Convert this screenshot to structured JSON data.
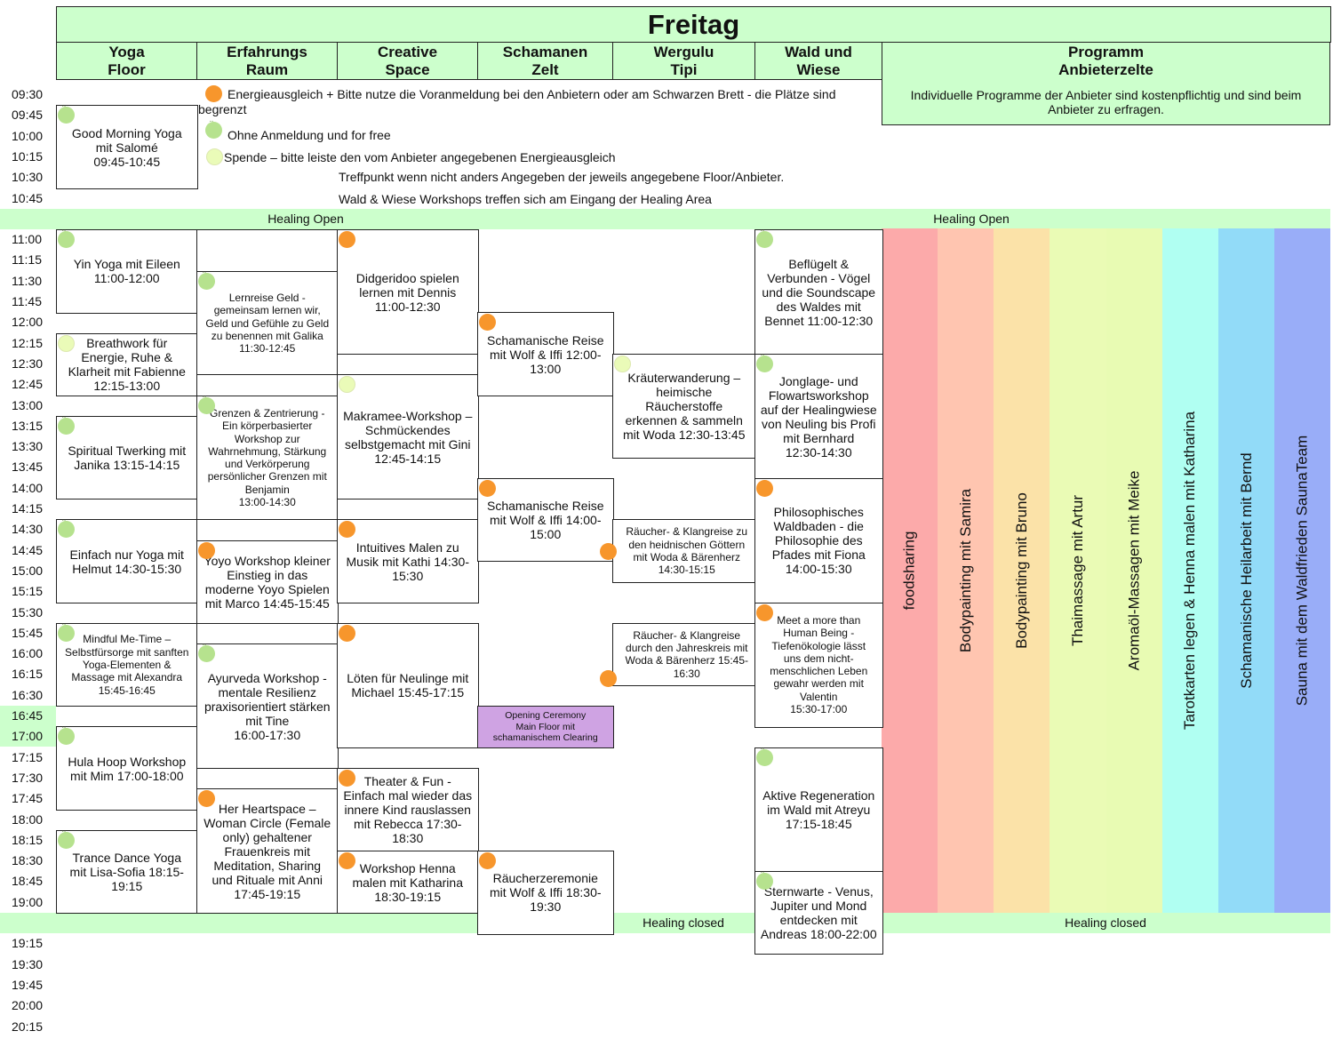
{
  "title": "Freitag",
  "columns": [
    {
      "label": "Yoga\nFloor"
    },
    {
      "label": "Erfahrungs\nRaum"
    },
    {
      "label": "Creative\nSpace"
    },
    {
      "label": "Schamanen\nZelt"
    },
    {
      "label": "Wergulu\nTipi"
    },
    {
      "label": "Wald und\nWiese"
    }
  ],
  "programm": {
    "header": "Programm\nAnbieterzelte",
    "description": "Individuelle Programme der Anbieter sind kostenpflichtig und sind beim Anbieter zu erfragen.",
    "stripes": [
      {
        "label": "foodsharing",
        "color": "#fcaaaa"
      },
      {
        "label": "Bodypainting mit Samira",
        "color": "#ffc5b0"
      },
      {
        "label": "Bodypainting mit Bruno",
        "color": "#fbe2a8"
      },
      {
        "label": "Thaimassage mit Artur",
        "color": "#eafbb5"
      },
      {
        "label": "Aromaöl-Massagen mit Meike",
        "color": "#e8fbb3"
      },
      {
        "label": "Tarotkarten legen & Henna malen mit Katharina",
        "color": "#b0fff2"
      },
      {
        "label": "Schamanische Heilarbeit mit Bernd",
        "color": "#92dbf8"
      },
      {
        "label": "Sauna mit dem Waldfrieden SaunaTeam",
        "color": "#99adf8"
      }
    ]
  },
  "legend": {
    "paid": "Energieausgleich + Bitte nutze die Voranmeldung bei den Anbietern oder am Schwarzen Brett - die Plätze sind begrenzt",
    "free": "Ohne Anmeldung und for free",
    "donation": "Spende – bitte leiste den vom Anbieter angegebenen Energieausgleich",
    "note1": "Treffpunkt wenn nicht anders Angegeben der jeweils angegebene Floor/Anbieter.",
    "note2": "Wald & Wiese Workshops treffen sich am Eingang der Healing Area"
  },
  "bands": {
    "open_left": "Healing Open",
    "open_right": "Healing Open",
    "closed_left": "Healing closed",
    "closed_right": "Healing closed"
  },
  "times": [
    "09:30",
    "09:45",
    "10:00",
    "10:15",
    "10:30",
    "10:45",
    "11:00",
    "11:15",
    "11:30",
    "11:45",
    "12:00",
    "12:15",
    "12:30",
    "12:45",
    "13:00",
    "13:15",
    "13:30",
    "13:45",
    "14:00",
    "14:15",
    "14:30",
    "14:45",
    "15:00",
    "15:15",
    "15:30",
    "15:45",
    "16:00",
    "16:15",
    "16:30",
    "16:45",
    "17:00",
    "17:15",
    "17:30",
    "17:45",
    "18:00",
    "18:15",
    "18:30",
    "18:45",
    "19:00",
    "19:15",
    "19:30",
    "19:45",
    "20:00",
    "20:15"
  ],
  "highlighted_times": [
    "16:45",
    "17:00"
  ],
  "colors": {
    "paid": "#f7962c",
    "free": "#b6e28e",
    "donation": "#eafbb8",
    "band": "#ccffcc",
    "ceremony": "#cfa3e3"
  },
  "events": [
    {
      "col": 0,
      "start": "09:45",
      "end": "10:45",
      "dot": "free",
      "text": "Good Morning Yoga\nmit Salomé\n09:45-10:45"
    },
    {
      "col": 0,
      "start": "11:00",
      "end": "12:00",
      "dot": "free",
      "text": "Yin Yoga mit Eileen\n11:00-12:00"
    },
    {
      "col": 0,
      "start": "12:15",
      "end": "13:00",
      "dot": "donation",
      "text": "Breathwork für\nEnergie, Ruhe &\nKlarheit mit Fabienne\n12:15-13:00"
    },
    {
      "col": 0,
      "start": "13:15",
      "end": "14:15",
      "dot": "free",
      "text": "Spiritual Twerking mit\nJanika 13:15-14:15"
    },
    {
      "col": 0,
      "start": "14:30",
      "end": "15:30",
      "dot": "free",
      "text": "Einfach nur Yoga mit\nHelmut 14:30-15:30"
    },
    {
      "col": 0,
      "start": "15:45",
      "end": "16:45",
      "dot": "free",
      "small": true,
      "text": "Mindful Me-Time –\nSelbstfürsorge mit sanften\nYoga-Elementen &\nMassage mit Alexandra\n15:45-16:45"
    },
    {
      "col": 0,
      "start": "17:00",
      "end": "18:00",
      "dot": "free",
      "text": "Hula Hoop Workshop\nmit Mim 17:00-18:00"
    },
    {
      "col": 0,
      "start": "18:15",
      "end": "19:15",
      "dot": "free",
      "text": "Trance Dance Yoga\nmit Lisa-Sofia 18:15-\n19:15"
    },
    {
      "col": 1,
      "start": "11:00",
      "end": "11:30",
      "text": ""
    },
    {
      "col": 1,
      "start": "11:30",
      "end": "12:45",
      "dot": "free",
      "small": true,
      "text": "Lernreise Geld -\ngemeinsam lernen wir,\nGeld und Gefühle zu Geld\nzu benennen mit Galika\n11:30-12:45"
    },
    {
      "col": 1,
      "start": "12:45",
      "end": "13:00",
      "text": ""
    },
    {
      "col": 1,
      "start": "13:00",
      "end": "14:30",
      "dot": "free",
      "small": true,
      "text": "Grenzen & Zentrierung -\nEin körperbasierter\nWorkshop zur\nWahrnehmung, Stärkung\nund Verkörperung\npersönlicher Grenzen mit\nBenjamin\n13:00-14:30"
    },
    {
      "col": 1,
      "start": "14:30",
      "end": "14:45",
      "text": ""
    },
    {
      "col": 1,
      "start": "14:45",
      "end": "15:45",
      "dot": "paid",
      "text": "Yoyo Workshop kleiner\nEinstieg in das\nmoderne Yoyo Spielen\nmit Marco 14:45-15:45"
    },
    {
      "col": 1,
      "start": "15:45",
      "end": "16:00",
      "text": ""
    },
    {
      "col": 1,
      "start": "16:00",
      "end": "17:30",
      "dot": "free",
      "text": "Ayurveda Workshop -\nmentale Resilienz\npraxisorientiert stärken\nmit Tine\n16:00-17:30"
    },
    {
      "col": 1,
      "start": "17:30",
      "end": "17:45",
      "text": ""
    },
    {
      "col": 1,
      "start": "17:45",
      "end": "19:15",
      "dot": "paid",
      "text": "Her Heartspace –\nWoman Circle (Female\nonly) gehaltener\nFrauenkreis mit\nMeditation, Sharing\nund Rituale mit Anni\n17:45-19:15"
    },
    {
      "col": 2,
      "start": "11:00",
      "end": "12:30",
      "dot": "paid",
      "text": "Didgeridoo spielen\nlernen mit Dennis\n11:00-12:30"
    },
    {
      "col": 2,
      "start": "12:30",
      "end": "12:45",
      "text": ""
    },
    {
      "col": 2,
      "start": "12:45",
      "end": "14:15",
      "dot": "donation",
      "text": "Makramee-Workshop –\nSchmückendes\nselbstgemacht mit Gini\n12:45-14:15"
    },
    {
      "col": 2,
      "start": "14:15",
      "end": "14:30",
      "text": ""
    },
    {
      "col": 2,
      "start": "14:30",
      "end": "15:30",
      "dot": "paid",
      "text": "Intuitives Malen zu\nMusik mit Kathi 14:30-\n15:30"
    },
    {
      "col": 2,
      "start": "15:45",
      "end": "17:15",
      "dot": "paid",
      "text": "Löten für Neulinge mit\nMichael 15:45-17:15"
    },
    {
      "col": 2,
      "start": "17:30",
      "end": "18:30",
      "dot": "paid",
      "text": "Theater & Fun -\nEinfach mal wieder das\ninnere Kind rauslassen\nmit Rebecca 17:30-\n18:30"
    },
    {
      "col": 2,
      "start": "18:30",
      "end": "19:15",
      "dot": "paid",
      "text": "Workshop Henna\nmalen mit Katharina\n18:30-19:15"
    },
    {
      "col": 3,
      "start": "12:00",
      "end": "13:00",
      "dot": "paid",
      "text": "Schamanische Reise\nmit Wolf & Iffi 12:00-\n13:00"
    },
    {
      "col": 3,
      "start": "14:00",
      "end": "15:00",
      "dot": "paid",
      "text": "Schamanische Reise\nmit Wolf & Iffi 14:00-\n15:00"
    },
    {
      "col": 3,
      "start": "16:45",
      "end": "17:15",
      "ceremony": true,
      "text": "Opening Ceremony\nMain Floor mit\nschamanischem Clearing"
    },
    {
      "col": 3,
      "start": "18:30",
      "end": "19:30",
      "dot": "paid",
      "text": "Räucherzeremonie\nmit Wolf & Iffi 18:30-\n19:30"
    },
    {
      "col": 4,
      "start": "12:30",
      "end": "13:45",
      "dot": "donation",
      "text": "Kräuterwanderung –\nheimische\nRäucherstoffe\nerkennen & sammeln\nmit Woda 12:30-13:45"
    },
    {
      "col": 4,
      "start": "14:30",
      "end": "15:15",
      "dot": "paid",
      "small": true,
      "text": "Räucher- & Klangreise zu\nden heidnischen Göttern\nmit Woda & Bärenherz\n14:30-15:15"
    },
    {
      "col": 4,
      "start": "15:45",
      "end": "16:30",
      "dot": "paid",
      "small": true,
      "text": "Räucher- & Klangreise\ndurch den Jahreskreis mit\nWoda & Bärenherz 15:45-\n16:30"
    },
    {
      "col": 5,
      "start": "11:00",
      "end": "12:30",
      "dot": "free",
      "text": "Beflügelt &\nVerbunden - Vögel\nund die Soundscape\ndes Waldes mit\nBennet 11:00-12:30"
    },
    {
      "col": 5,
      "start": "12:30",
      "end": "14:00",
      "dot": "free",
      "text": "Jonglage- und\nFlowartsworkshop\nauf der Healingwiese\nvon Neuling bis Profi\nmit Bernhard\n12:30-14:30"
    },
    {
      "col": 5,
      "start": "14:00",
      "end": "15:30",
      "dot": "paid",
      "text": "Philosophisches\nWaldbaden - die\nPhilosophie des\nPfades mit Fiona\n14:00-15:30"
    },
    {
      "col": 5,
      "start": "15:30",
      "end": "17:00",
      "dot": "paid",
      "small": true,
      "text": "Meet a more than\nHuman Being -\nTiefenökologie lässt\nuns dem nicht-\nmenschlichen Leben\ngewahr werden mit\nValentin\n15:30-17:00"
    },
    {
      "col": 5,
      "start": "17:15",
      "end": "18:45",
      "dot": "free",
      "text": "Aktive Regeneration\nim Wald mit Atreyu\n17:15-18:45"
    },
    {
      "col": 5,
      "start": "18:45",
      "end": "22:00",
      "dot": "free",
      "text": "Sternwarte - Venus,\nJupiter und  Mond\nentdecken mit\nAndreas 18:00-22:00"
    }
  ]
}
